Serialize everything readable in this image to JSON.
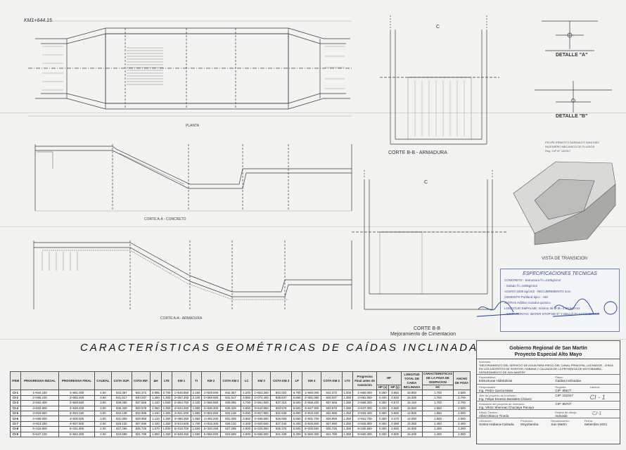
{
  "sheet": {
    "station_label": "KM1+644.15",
    "label_c_top": "C",
    "label_c_mid": "C",
    "plan_label": "PLANTA",
    "section_aa_label": "CORTE A-A - CONCRETO",
    "section_aa_reinf_label": "CORTE A-A - ARMADURA",
    "section_bb_reinf_label": "CORTE B-B - ARMADURA",
    "section_bb_label": "CORTE B-B",
    "section_bb_sub": "Mejoramiento de Cimentacion",
    "detail_a": "DETALLE \"A\"",
    "detail_b": "DETALLE \"B\"",
    "transition_view": "VISTA DE TRANSICION",
    "main_title": "CARACTERÍSTICAS GEOMÉTRICAS DE CAÍDAS INCLINADAS",
    "engineer_sign": "FELIPE ERNESTO BARDALES SANCHEZ\nINGENIERO MECANICO DE FLUIDOS\nReg. CIP N° 152317",
    "sheet_mark": "CI-1"
  },
  "specs": {
    "title": "ESPECIFICACIONES TECNICAS",
    "rows": [
      "CONCRETO   - Estructura  f'c=210kg/cm2",
      "                 - Solado  f'c=100kg/cm2",
      "ACERO  4200 kg/cm2  -  RECUBRIMIENTO  4cm",
      "CEMENTO   Portland tipo I - MS",
      "JUNTAS     Adiitivo curador quimico",
      "LONGITUD EMPALME:  mínimo 36 Ø     Ø= 4.00 kg/cm2",
      "-JUNTA CONTAC WATER STOP DE 6\" Y SELLO ELASTOMERICO"
    ]
  },
  "table": {
    "headers": [
      "ITEM",
      "PROGRESIVA INICIAL",
      "PROGRESIVA FINAL",
      "CAUDAL",
      "COTA SUP.",
      "COTA INF.",
      "ΔH",
      "LTE",
      "KM 1",
      "TI",
      "KM 2",
      "COTA KM 2",
      "LC",
      "KM 3",
      "COTA KM 3",
      "LP",
      "KM 4",
      "COTA KM 4",
      "LTS",
      "Progresiva Final antes de transición",
      "HP",
      "",
      "LONGITUD TOTAL DE CAIDA INCLINADA",
      "CARACTERISTICAS DE LA POZA DE DISIPACION",
      "ANCHO DE POZA"
    ],
    "subheaders": [
      "HP (x)",
      "HP (y)",
      "HC"
    ],
    "rows": [
      [
        "CI-1",
        "1+644.150",
        "1+661.000",
        "4.50",
        "843.357",
        "842.372",
        "0.985",
        "2.700",
        "1+646.850",
        "2.150",
        "1+649.000",
        "842.357",
        "4.200",
        "1+653.300",
        "842.022",
        "6.700",
        "1+660.000",
        "842.372",
        "1.000",
        "1+660.000",
        "0.350",
        "0.550",
        "16.850",
        "1.700",
        "2.500"
      ],
      [
        "CI-2",
        "2+066.100",
        "2+082.400",
        "3.90",
        "841.517",
        "840.037",
        "1.480",
        "1.350",
        "2+067.450",
        "2.100",
        "2+069.550",
        "841.517",
        "4.850",
        "2+074.400",
        "839.637",
        "6.650",
        "2+081.050",
        "840.037",
        "1.350",
        "2+081.050",
        "0.400",
        "0.620",
        "16.300",
        "1.700",
        "2.700"
      ],
      [
        "CI-3",
        "2+553.400",
        "2+568.550",
        "3.90",
        "839.085",
        "837.665",
        "1.420",
        "1.850",
        "2+554.750",
        "2.100",
        "2+556.850",
        "839.085",
        "4.750",
        "2+561.600",
        "837.315",
        "6.600",
        "2+568.200",
        "837.665",
        "1.350",
        "2+568.200",
        "0.350",
        "0.570",
        "15.150",
        "1.700",
        "2.700"
      ],
      [
        "CI-4",
        "3+633.900",
        "3+648.400",
        "3.00",
        "835.329",
        "833.979",
        "1.350",
        "1.350",
        "3+634.250",
        "1.850",
        "3+636.300",
        "835.329",
        "4.850",
        "3+640.950",
        "833.579",
        "6.500",
        "3+647.300",
        "833.979",
        "1.350",
        "3+647.300",
        "0.400",
        "0.580",
        "15.550",
        "1.550",
        "2.500"
      ],
      [
        "CI-5",
        "3+819.650",
        "3+834.150",
        "3.00",
        "834.138",
        "832.988",
        "1.240",
        "1.350",
        "3+821.000",
        "1.850",
        "3+822.850",
        "834.138",
        "5.050",
        "3+827.900",
        "832.638",
        "5.800",
        "3+833.400",
        "832.988",
        "1.350",
        "3+833.400",
        "0.350",
        "0.560",
        "14.500",
        "1.550",
        "2.500"
      ],
      [
        "CI-6",
        "4+489.000",
        "4+500.000",
        "3.00",
        "831.009",
        "829.959",
        "1.110",
        "1.350",
        "4+490.350",
        "1.850",
        "4+492.200",
        "831.009",
        "3.850",
        "4+496.050",
        "829.659",
        "5.650",
        "4+501.700",
        "829.959",
        "1.350",
        "4+501.700",
        "0.350",
        "0.470",
        "14.050",
        "1.500",
        "2.500"
      ],
      [
        "CI-7",
        "4+913.250",
        "4+927.600",
        "2.50",
        "829.130",
        "827.690",
        "1.440",
        "1.350",
        "4+914.600",
        "1.700",
        "4+916.300",
        "829.130",
        "4.300",
        "4+920.600",
        "827.440",
        "5.400",
        "4+925.800",
        "827.690",
        "1.350",
        "4+925.800",
        "0.350",
        "0.390",
        "14.350",
        "1.450",
        "2.400"
      ],
      [
        "CI-8",
        "5+316.900",
        "5+331.900",
        "2.00",
        "827.296",
        "825.726",
        "1.570",
        "1.800",
        "5+318.700",
        "1.550",
        "5+320.250",
        "827.296",
        "4.800",
        "5+325.050",
        "825.376",
        "5.500",
        "5+330.550",
        "825.726",
        "1.350",
        "5+330.550",
        "0.350",
        "0.550",
        "15.000",
        "1.400",
        "2.200"
      ],
      [
        "CI-9",
        "5+547.100",
        "5+562.300",
        "2.00",
        "823.589",
        "821.789",
        "1.800",
        "1.350",
        "5+548.450",
        "1.550",
        "5+550.000",
        "823.589",
        "4.800",
        "5+555.000",
        "821.439",
        "5.300",
        "5+560.300",
        "821.789",
        "1.350",
        "5+560.300",
        "0.300",
        "0.500",
        "15.200",
        "1.400",
        "2.000"
      ]
    ]
  },
  "titleblock": {
    "gov_line1": "Gobierno Regional de San Martín",
    "gov_line2": "Proyecto Especial Alto Mayo",
    "project_key": "Inversión:",
    "project": "\"MEJORAMIENTO DEL SERVICIO DE AGUA PARA RIEGO DEL CANAL PRINCIPAL LUCHADOR - ZHIGA EN LOS DISTRITOS DE SORITOR, HABANA Y CALZADA DE LA PROVINCIA DE MOYOBAMBA - DEPARTAMENTO DE SAN MARTÍN\"",
    "specialty_key": "Especialidad:",
    "specialty": "Estructuras Hidráulicas",
    "plane_key": "Plano:",
    "plane": "Caídas Inclinadas",
    "responsible_key": "Responsable:",
    "responsible": "Ing. Pedro Garcia Mass",
    "reg1_key": "Registro:",
    "reg1": "CIP: 85577",
    "head_key": "Jefe de proyecto de Inversión:",
    "head": "Ing. Felipe Ernesto Bardales Chávez",
    "reg2": "CIP: 152317",
    "eval_key": "Evaluador del proyecto de Inversión:",
    "eval": "Ing. Víktor Shennan Chuctaya Pacaya",
    "reg3": "CIP: 85707",
    "draw_key": "Dibujo Técnico:",
    "draw": "Albert Blanco Tineda",
    "drawing_state_key": "Estado de dibujo:",
    "drawing_state": "Indicada",
    "lamina_key": "Lámina:",
    "lamina": "CI - 1",
    "loc_key": "Ubicación:",
    "loc": "Soritor-Habana-Calzada",
    "prov_key": "Provincia:",
    "prov": "Moyobamba",
    "dept_key": "Departamento:",
    "dept": "San Martín",
    "date_key": "Fecha:",
    "date": "Setiembre 2021"
  },
  "colors": {
    "ink": "#1f3d99",
    "line": "#3a3a3a",
    "paper": "#f3f3f1"
  }
}
